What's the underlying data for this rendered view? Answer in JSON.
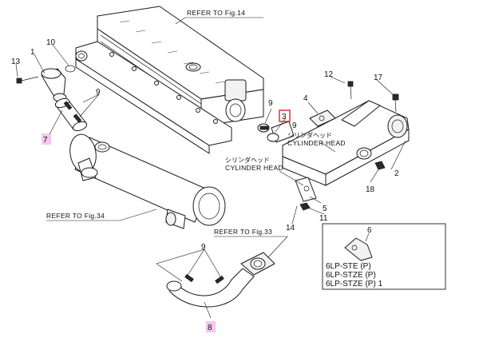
{
  "references": {
    "fig14": "REFER TO Fig.14",
    "fig34": "REFER TO Fig.34",
    "fig33": "REFER TO Fig.33"
  },
  "head_labels": {
    "jp_top": "シリンダヘッド",
    "en_top": "CYLINDER HEAD",
    "jp_bottom": "シリンダヘッド",
    "en_bottom": "CYLINDER HEAD"
  },
  "callouts": {
    "p1": "1",
    "p2": "2",
    "p3": "3",
    "p4": "4",
    "p5": "5",
    "p6": "6",
    "p7": "7",
    "p8": "8",
    "p9a": "9",
    "p9b": "9",
    "p9c": "9",
    "p9d": "9",
    "p10": "10",
    "p11": "11",
    "p12": "12",
    "p13": "13",
    "p14": "14",
    "p17": "17",
    "p18": "18"
  },
  "inset": {
    "models": [
      "6LP-STE (P)",
      "6LP-STZE (P)",
      "6LP-STZE (P) 1"
    ]
  },
  "colors": {
    "highlight_pink": "#f6c6f0",
    "highlight_red": "#e02020"
  }
}
